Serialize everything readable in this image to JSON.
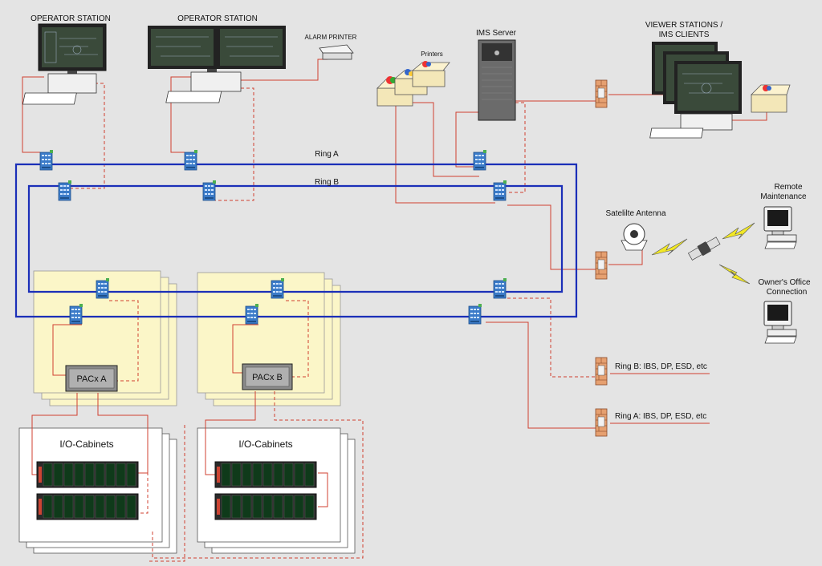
{
  "labels": {
    "operator_station_1": "OPERATOR STATION",
    "operator_station_2": "OPERATOR STATION",
    "alarm_printer": "ALARM PRINTER",
    "printers": "Printers",
    "ims_server": "IMS Server",
    "viewer_stations_line1": "VIEWER STATIONS /",
    "viewer_stations_line2": "IMS CLIENTS",
    "ring_a": "Ring A",
    "ring_b": "Ring B",
    "remote_maintenance_line1": "Remote",
    "remote_maintenance_line2": "Maintenance",
    "satellite_antenna": "Satelilte Antenna",
    "owners_office_line1": "Owner's Office",
    "owners_office_line2": "Connection",
    "pacx_a": "PACx A",
    "pacx_b": "PACx B",
    "io_cabinets_1": "I/O-Cabinets",
    "io_cabinets_2": "I/O-Cabinets",
    "ring_b_systems": "Ring B: IBS, DP, ESD, etc",
    "ring_a_systems": "Ring A: IBS, DP, ESD, etc"
  },
  "icons": [
    "monitor-icon",
    "keyboard-icon",
    "printer-icon",
    "server-tower-icon",
    "network-switch-icon",
    "firewall-icon",
    "satellite-dish-icon",
    "satellite-icon",
    "lightning-icon",
    "computer-icon",
    "controller-icon",
    "io-module-icon"
  ],
  "colors": {
    "background": "#e4e4e4",
    "ring": "#1b2fb8",
    "link": "#d04030",
    "cabinet_fill": "#fbf6c8",
    "switch": "#3b7bc8"
  }
}
